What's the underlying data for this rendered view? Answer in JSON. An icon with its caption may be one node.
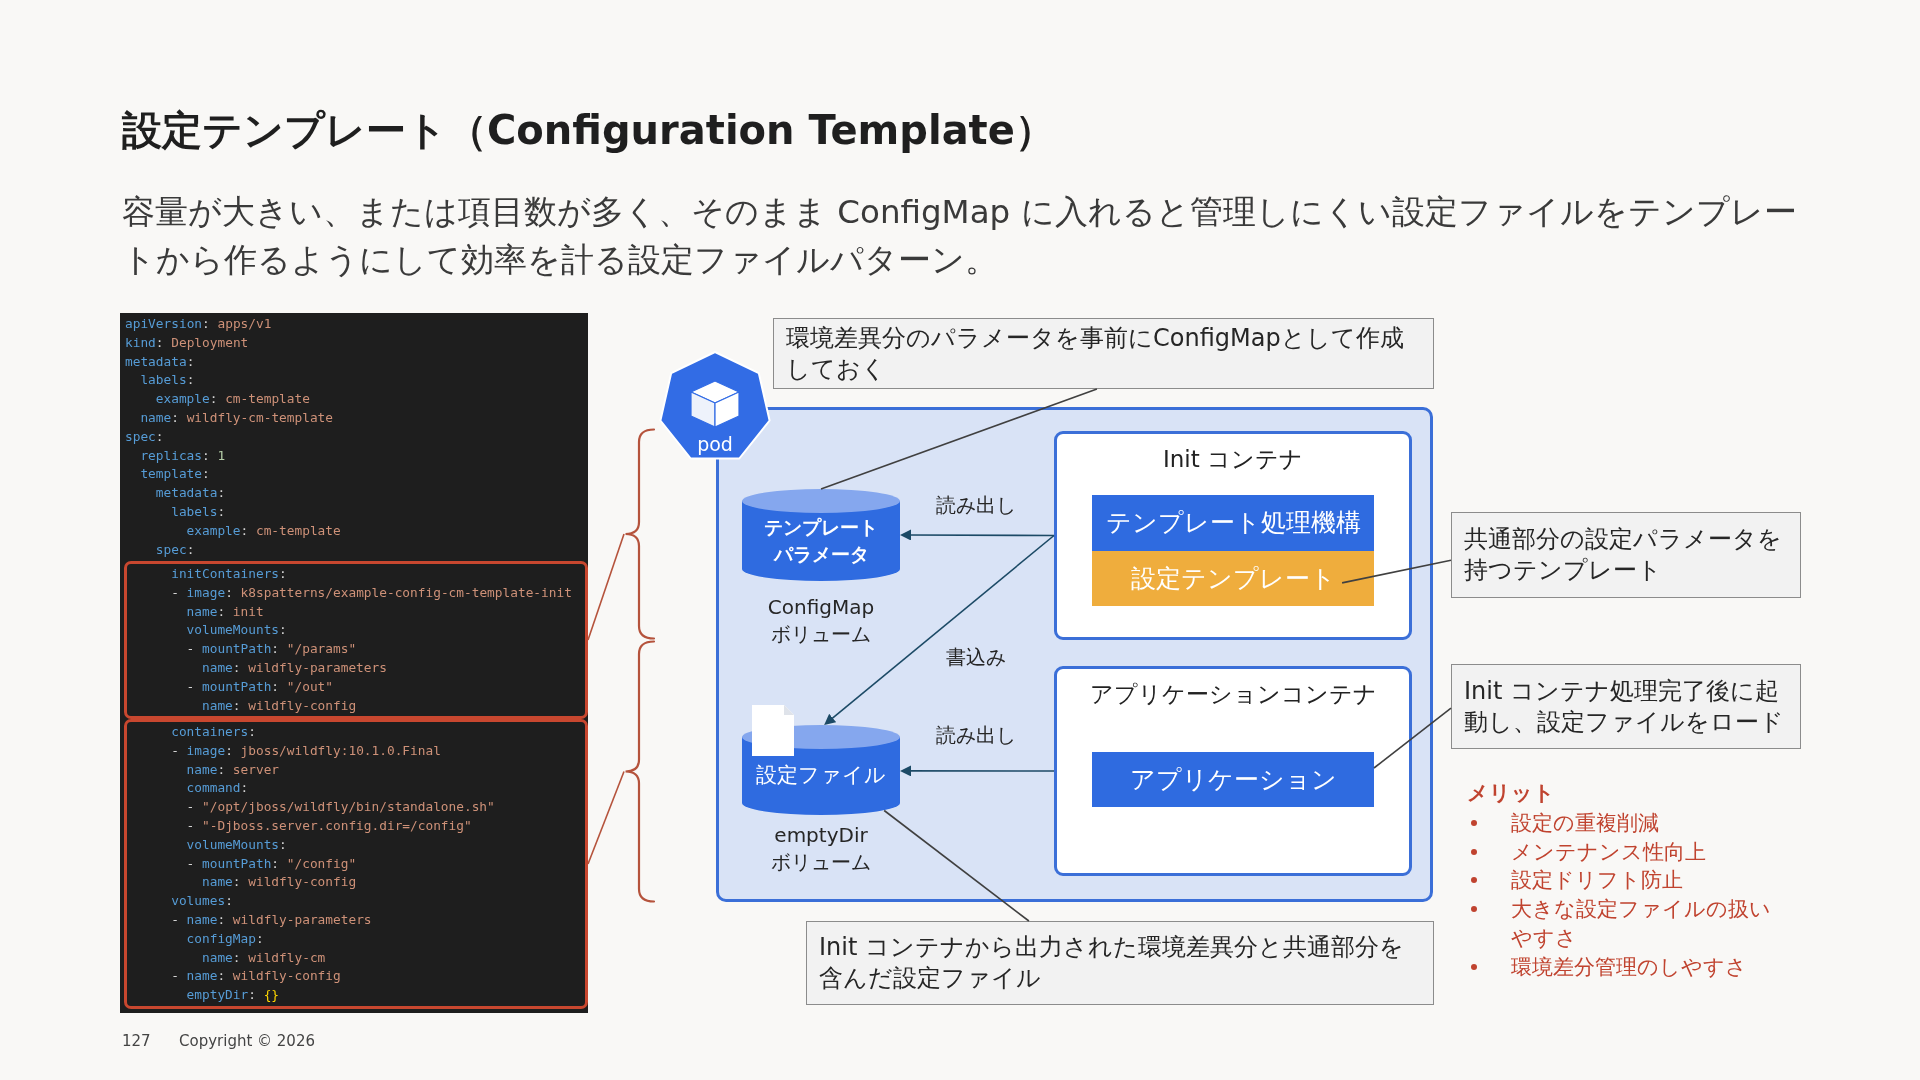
{
  "diagram": {
    "title": "設定テンプレート（Configuration Template）",
    "nodes": [
      {
        "text": [
          "apiVersion: apps/v1",
          "kind: Deployment",
          "metadata:",
          "labels:",
          "example: cm-template",
          "name: wildfly-cm-template",
          "spec:",
          "replicas: 1",
          "template:",
          "metadata:",
          "labels:",
          "example: cm-template",
          "spec:"
        ]
      },
      {
        "text": [
          "initContainers:",
          "- image: k8spatterns/example-config-cm-template-init",
          "name: init",
          "volumeMounts:",
          "- mountPath: \"/params\"",
          "name: wildfly-parameters",
          "- mountPath: \"/out\"",
          "name: wildfly-config"
        ],
        "in": 0
      },
      {
        "text": [
          "containers:",
          "- image: jboss/wildfly:10.1.0.Final",
          "name: server",
          "command:",
          "- \"/opt/jboss/wildfly/bin/standalone.sh\"",
          "- \"-Djboss.server.config.dir=/config\"",
          "volumeMounts:",
          "- mountPath: \"/config\"",
          "name: wildfly-config",
          "volumes:",
          "- name: wildfly-parameters",
          "configMap:",
          "name: wildfly-cm",
          "- name: wildfly-config",
          "emptyDir: {}"
        ],
        "in": 0
      },
      {
        "text": [],
        "shape": "bracket"
      },
      {
        "text": [],
        "shape": "bracket"
      },
      {
        "text": [
          "pod"
        ]
      },
      {
        "text": [
          "環境差異分のパラメータを事前にConfigMapとして作成しておく"
        ]
      },
      {
        "text": [],
        "shape": "box"
      },
      {
        "text": [
          "テンプレートパラメータ"
        ],
        "beside": [
          "ConfigMap ボリューム"
        ],
        "in": 7
      },
      {
        "text": [
          "設定ファイル"
        ],
        "beside": [
          "emptyDir ボリューム"
        ],
        "in": 7
      },
      {
        "text": [
          "Init コンテナ"
        ],
        "in": 7
      },
      {
        "text": [
          "テンプレート処理機構"
        ],
        "in": 10
      },
      {
        "text": [
          "設定テンプレート"
        ],
        "in": 10
      },
      {
        "text": [
          "アプリケーションコンテナ"
        ],
        "in": 7
      },
      {
        "text": [
          "アプリケーション"
        ],
        "in": 13
      },
      {
        "text": [
          "共通部分の設定パラメータを持つテンプレート"
        ]
      },
      {
        "text": [
          "Init コンテナ処理完了後に起動し、設定ファイルをロード"
        ]
      },
      {
        "text": [
          "Init コンテナから出力された環境差異分と共通部分を含んだ設定ファイル"
        ]
      }
    ],
    "edges": [
      {
        "from": 1,
        "to": 3,
        "arrow": "none",
        "color": "#b5533c"
      },
      {
        "from": 2,
        "to": 4,
        "arrow": "none",
        "color": "#b5533c"
      },
      {
        "from": 6,
        "to": 8,
        "arrow": "none"
      },
      {
        "from": 10,
        "to": 8,
        "arrow": "to",
        "label": "読み出し",
        "color": "#1c4a66"
      },
      {
        "from": 10,
        "to": 9,
        "arrow": "to",
        "label": "書込み",
        "color": "#1c4a66"
      },
      {
        "from": 13,
        "to": 9,
        "arrow": "to",
        "label": "読み出し",
        "color": "#1c4a66"
      },
      {
        "from": 15,
        "to": 12,
        "arrow": "none"
      },
      {
        "from": 16,
        "to": 14,
        "arrow": "none"
      },
      {
        "from": 17,
        "to": 9,
        "arrow": "none"
      }
    ],
    "labels": [
      "容量が大きい、または項目数が多く、そのまま ConfigMap に入れると管理しにくい設定ファイルをテンプレートから作るようにして効率を計る設定ファイルパターン。",
      "メリット",
      "設定の重複削減",
      "メンテナンス性向上",
      "設定ドリフト防止",
      "大きな設定ファイルの扱いやすさ",
      "環境差分管理のしやすさ",
      "127",
      "Copyright © 2026"
    ]
  }
}
